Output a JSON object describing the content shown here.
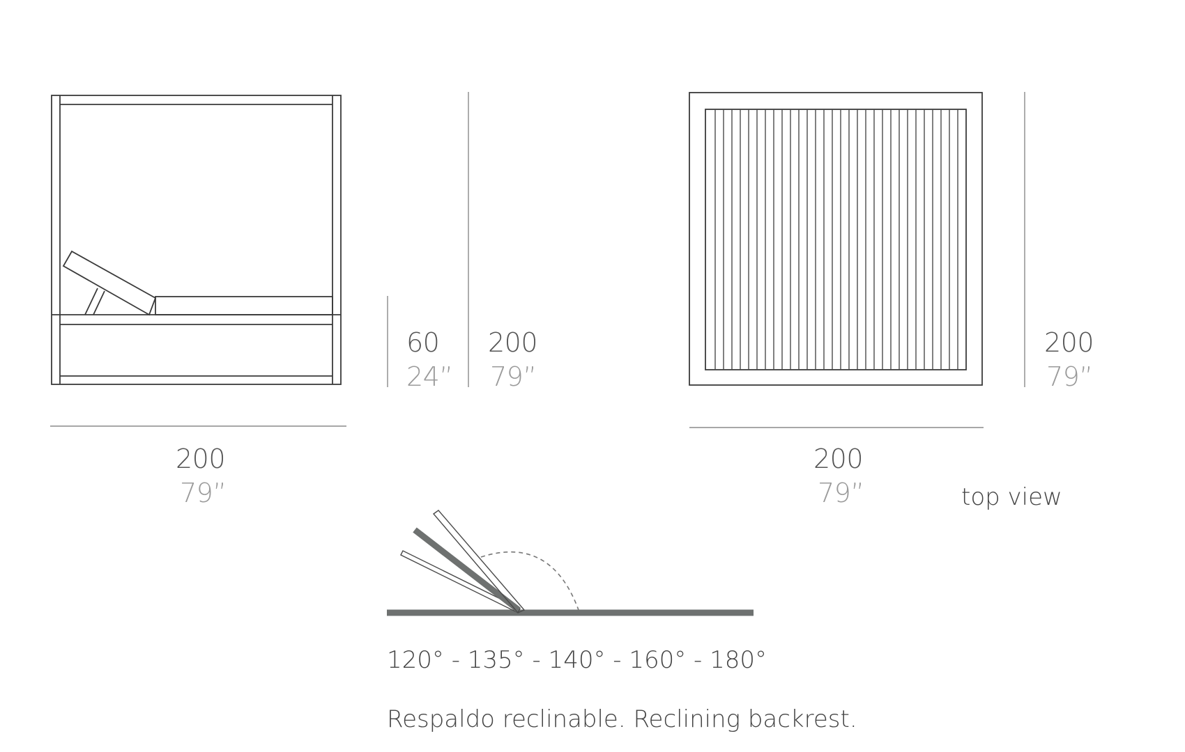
{
  "side_view": {
    "width": {
      "cm": "200",
      "in": "79”"
    },
    "seat_height": {
      "cm": "60",
      "in": "24”"
    },
    "height": {
      "cm": "200",
      "in": "79”"
    }
  },
  "top_view": {
    "label": "top view",
    "width": {
      "cm": "200",
      "in": "79”"
    },
    "depth": {
      "cm": "200",
      "in": "79”"
    }
  },
  "recline": {
    "angles": "120° - 135° - 140° - 160° - 180°",
    "caption": "Respaldo reclinable. Reclining backrest."
  },
  "colors": {
    "line": "#3a3a3a",
    "dimension_line": "#8a8a8a",
    "backrest_fill": "#6e7170",
    "text_cm": "#555555",
    "text_in": "#9a9a9a"
  }
}
